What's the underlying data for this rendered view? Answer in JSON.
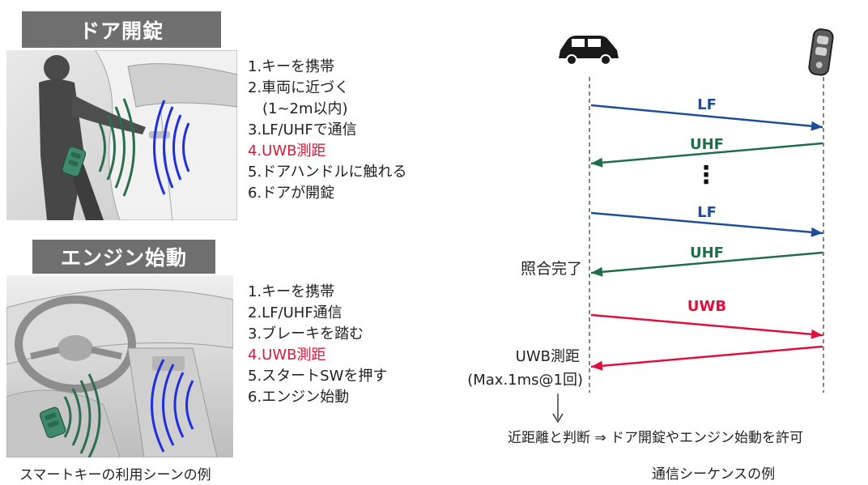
{
  "left": {
    "door": {
      "title": "ドア開錠",
      "steps": [
        {
          "text": "1.キーを携帯",
          "highlight": false
        },
        {
          "text": "2.車両に近づく",
          "highlight": false
        },
        {
          "text": "(1~2m以内)",
          "highlight": false
        },
        {
          "text": "3.LF/UHFで通信",
          "highlight": false
        },
        {
          "text": "4.UWB測距",
          "highlight": true
        },
        {
          "text": "5.ドアハンドルに触れる",
          "highlight": false
        },
        {
          "text": "6.ドアが開錠",
          "highlight": false
        }
      ]
    },
    "engine": {
      "title": "エンジン始動",
      "steps": [
        {
          "text": "1.キーを携帯",
          "highlight": false
        },
        {
          "text": "2.LF/UHF通信",
          "highlight": false
        },
        {
          "text": "3.ブレーキを踏む",
          "highlight": false
        },
        {
          "text": "4.UWB測距",
          "highlight": true
        },
        {
          "text": "5.スタートSWを押す",
          "highlight": false
        },
        {
          "text": "6.エンジン始動",
          "highlight": false
        }
      ]
    },
    "caption": "スマートキーの利用シーンの例"
  },
  "sequence": {
    "icons": [
      "car-icon",
      "smart-key-icon"
    ],
    "messages": [
      {
        "label": "LF",
        "direction": "car-to-key",
        "color": "#1f4e96"
      },
      {
        "label": "UHF",
        "direction": "key-to-car",
        "color": "#1f6e4a"
      },
      {
        "label": "LF",
        "direction": "car-to-key",
        "color": "#1f4e96"
      },
      {
        "label": "UHF",
        "direction": "key-to-car",
        "color": "#1f6e4a"
      },
      {
        "label": "UWB",
        "direction": "car-to-key",
        "color": "#e0103c"
      },
      {
        "label": "",
        "direction": "key-to-car",
        "color": "#e0103c"
      }
    ],
    "ellipsis": "⋮",
    "match_complete": "照合完了",
    "uwb_measure": "UWB測距",
    "uwb_time": "(Max.1ms@1回)",
    "result": "近距離と判断 ⇒ ドア開錠やエンジン始動を許可",
    "caption": "通信シーケンスの例"
  }
}
